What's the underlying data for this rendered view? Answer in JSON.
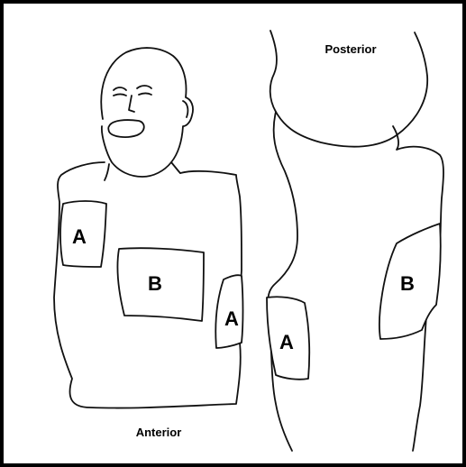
{
  "diagram": {
    "views": {
      "anterior": "Anterior",
      "posterior": "Posterior"
    },
    "pads": [
      {
        "id": "anterior-right-chest",
        "label": "A"
      },
      {
        "id": "anterior-center-chest",
        "label": "B"
      },
      {
        "id": "anterior-left-side",
        "label": "A"
      },
      {
        "id": "lateral-side",
        "label": "A"
      },
      {
        "id": "posterior-back",
        "label": "B"
      }
    ],
    "colors": {
      "line": "#111111",
      "border": "#000000",
      "background": "#ffffff"
    }
  }
}
